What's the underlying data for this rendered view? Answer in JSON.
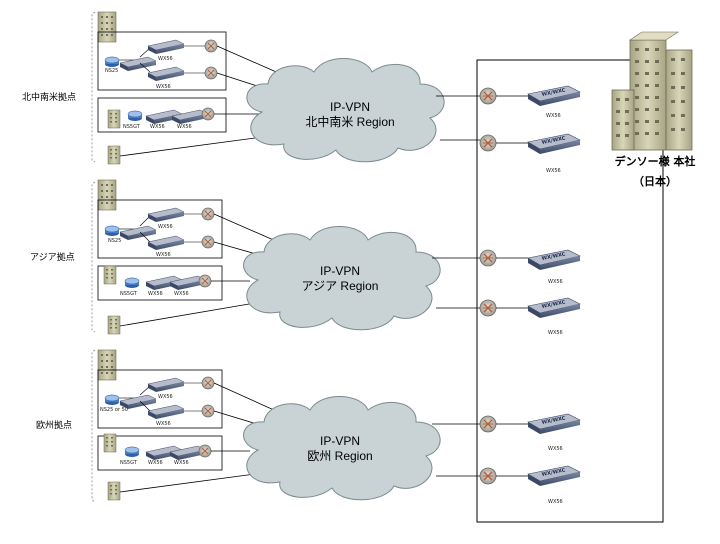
{
  "regions": [
    {
      "site_label": "北中南米拠点",
      "vpn_title": "IP-VPN",
      "vpn_subtitle": "北中南米 Region",
      "router_label": "NS25",
      "wx_label_1": "WX56",
      "wx_label_2": "WX56",
      "small_router_label": "NS5GT",
      "small_wx_label_1": "WX56",
      "small_wx_label_2": "WX56"
    },
    {
      "site_label": "アジア拠点",
      "vpn_title": "IP-VPN",
      "vpn_subtitle": "アジア Region",
      "router_label": "NS25",
      "wx_label_1": "WX56",
      "wx_label_2": "WX56",
      "small_router_label": "NS5GT",
      "small_wx_label_1": "WX56",
      "small_wx_label_2": "WX56"
    },
    {
      "site_label": "欧州拠点",
      "vpn_title": "IP-VPN",
      "vpn_subtitle": "欧州 Region",
      "router_label": "NS25 or 50",
      "wx_label_1": "WX56",
      "wx_label_2": "WX56",
      "small_router_label": "NS5GT",
      "small_wx_label_1": "WX56",
      "small_wx_label_2": "WX56"
    }
  ],
  "headquarters": {
    "name": "デンソー様 本社",
    "country": "（日本）",
    "device_model": "WX/WXC",
    "device_label": "WX56"
  },
  "colors": {
    "cloud_fill": "#c9d3d6",
    "cloud_stroke": "#7c8a8f",
    "router_fill": "#b9b4ae",
    "router_arrow": "#b0603a",
    "device_fill": "#5a6a8a",
    "building_fill": "#c9c7a4",
    "line": "#000000"
  }
}
